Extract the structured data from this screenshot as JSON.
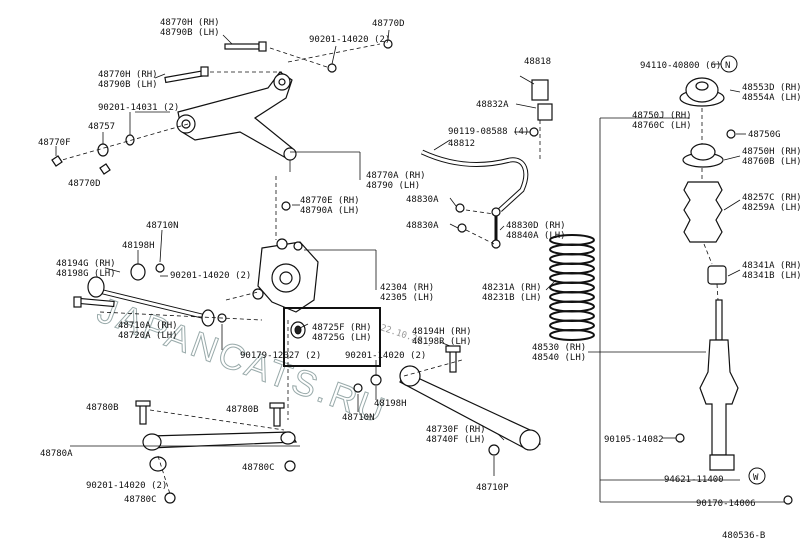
{
  "labels": {
    "l48770h_a": "48770H (RH)",
    "l48790b_a": "48790B (LH)",
    "l48770d_top": "48770D",
    "l90201_14020_top": "90201-14020 (2)",
    "l48770h_b": "48770H (RH)",
    "l48790b_b": "48790B (LH)",
    "l90201_14031": "90201-14031 (2)",
    "l48757": "48757",
    "l48770f": "48770F",
    "l48770d_left": "48770D",
    "l48770a": "48770A (RH)",
    "l48790": "48790 (LH)",
    "l48770e": "48770E (RH)",
    "l48790a": "48790A (LH)",
    "l48710n_top": "48710N",
    "l48198h_top": "48198H",
    "l48194g": "48194G (RH)",
    "l48198g": "48198G (LH)",
    "l90201_14020_mid": "90201-14020 (2)",
    "l48710a": "48710A (RH)",
    "l48720a": "48720A (LH)",
    "l90179_12027": "90179-12027 (2)",
    "l42304": "42304 (RH)",
    "l42305": "42305 (LH)",
    "l48725f": "48725F (RH)",
    "l48725g": "48725G (LH)",
    "l90201_14020_low": "90201-14020 (2)",
    "l48194h": "48194H (RH)",
    "l48198r": "48198R (LH)",
    "l48198h_low": "48198H",
    "l48710n_low": "48710N",
    "l48780b_a": "48780B",
    "l48780b_b": "48780B",
    "l48780a": "48780A",
    "l48780c_a": "48780C",
    "l90201_14020_bot": "90201-14020 (2)",
    "l48780c_b": "48780C",
    "l48818": "48818",
    "l48832a": "48832A",
    "l90119_08588": "90119-08588 (4)",
    "l48812": "48812",
    "l48830a_a": "48830A",
    "l48830a_b": "48830A",
    "l48830d": "48830D (RH)",
    "l48840a": "48840A (LH)",
    "l48231a": "48231A (RH)",
    "l48231b": "48231B (LH)",
    "l48530": "48530 (RH)",
    "l48540": "48540 (LH)",
    "l48730f": "48730F (RH)",
    "l48740f": "48740F (LH)",
    "l48710p": "48710P",
    "l94110": "94110-40800 (6)",
    "l48553d": "48553D (RH)",
    "l48554a": "48554A (LH)",
    "l48750j": "48750J (RH)",
    "l48760c": "48760C (LH)",
    "l48750g": "48750G",
    "l48750h": "48750H (RH)",
    "l48760b": "48760B (LH)",
    "l48257c": "48257C (RH)",
    "l48259a": "48259A (LH)",
    "l48341a": "48341A (RH)",
    "l48341b": "48341B (LH)",
    "l90105_14082": "90105-14082",
    "l94621_11400": "94621-11400",
    "l90170_14006": "90170-14006",
    "code": "480536-B",
    "callout_n": "N",
    "callout_w": "W",
    "stamp": "22.10.20..",
    "watermark": "JAPANCATS.RU"
  }
}
